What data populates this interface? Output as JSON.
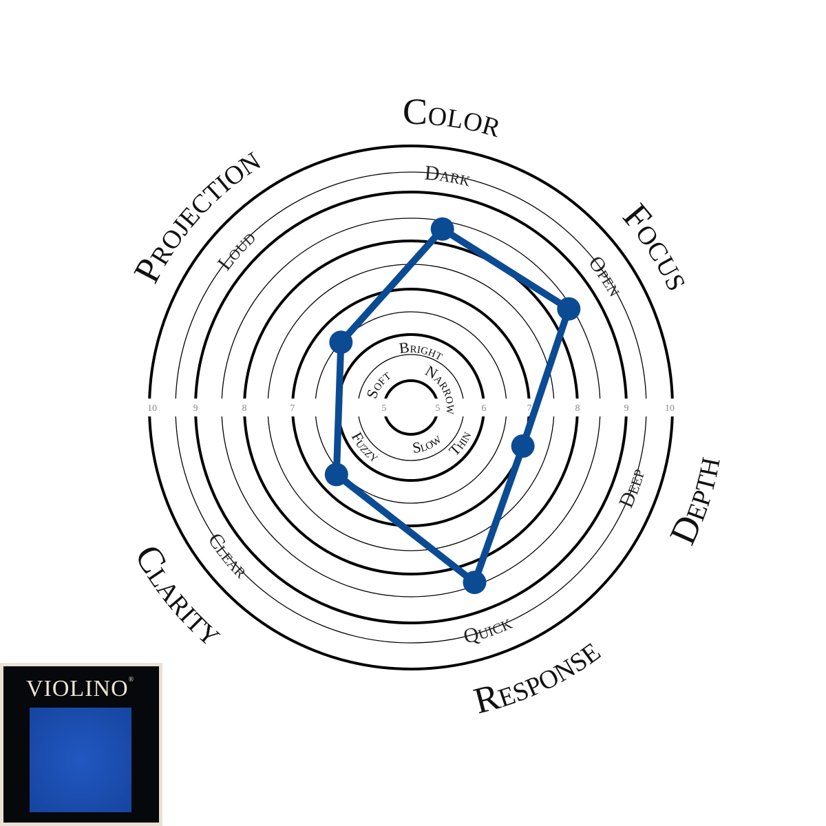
{
  "chart_data": {
    "type": "radar",
    "axes": [
      {
        "category": "Color",
        "pole_outer": "Dark",
        "pole_inner": "Bright",
        "value": 8.3
      },
      {
        "category": "Focus",
        "pole_outer": "Open",
        "pole_inner": "Narrow",
        "value": 8.4
      },
      {
        "category": "Depth",
        "pole_outer": "Deep",
        "pole_inner": "Thin",
        "value": 7.0
      },
      {
        "category": "Response",
        "pole_outer": "Quick",
        "pole_inner": "Slow",
        "value": 8.4
      },
      {
        "category": "Clarity",
        "pole_outer": "Clear",
        "pole_inner": "Fuzzy",
        "value": 6.6
      },
      {
        "category": "Projection",
        "pole_outer": "Loud",
        "pole_inner": "Soft",
        "value": 6.5
      }
    ],
    "range": [
      5,
      10
    ],
    "tick_labels_left": [
      "10",
      "9",
      "8",
      "7",
      "6",
      "5"
    ],
    "tick_labels_right": [
      "5",
      "6",
      "7",
      "8",
      "9",
      "10"
    ],
    "grid": true,
    "series_color": "#0b4b94"
  },
  "logo": {
    "brand": "VIOLINO",
    "registered": "®",
    "square_color": "#1d50b4"
  }
}
